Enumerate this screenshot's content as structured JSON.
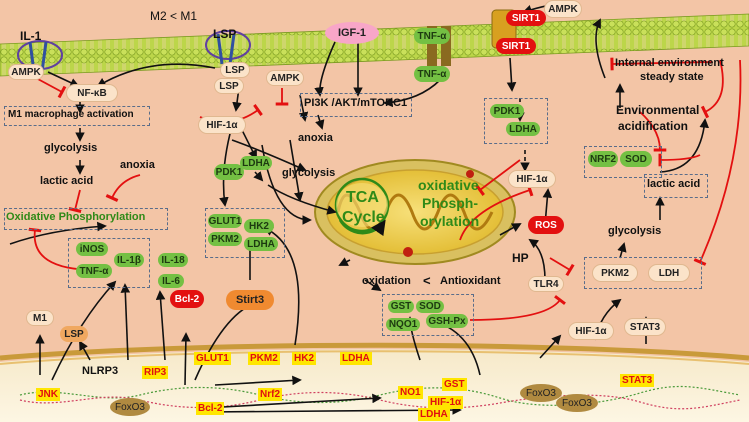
{
  "membrane": {
    "m2_m1": "M2 < M1",
    "il1": "IL-1",
    "lsp_receptor": "LSP",
    "lsp_a": "LSP",
    "lsp_b": "LSP",
    "igf1": "IGF-1",
    "tnf_receptor": "TNF-α",
    "tnf_ligand": "TNF-α",
    "ampk_top": "AMPK",
    "sirt1_a": "SIRT1",
    "sirt1_b": "SIRT1",
    "internal_env": "Internal environment",
    "steady_state": "steady state"
  },
  "left": {
    "ampk": "AMPK",
    "nfkb": "NF-κB",
    "m1_activation": "M1 macrophage activation",
    "glycolysis": "glycolysis",
    "lactic_acid": "lactic acid",
    "anoxia": "anoxia",
    "oxphos": "Oxidative Phosphorylation",
    "inos": "iNOS",
    "tnf": "TNF-α",
    "il1b": "IL-1β",
    "il18": "IL-18",
    "il6": "IL-6",
    "m1": "M1",
    "lsp": "LSP",
    "jnk": "JNK",
    "nlrp3": "NLRP3",
    "rip3": "RIP3"
  },
  "center": {
    "hif1a": "HIF-1α",
    "ampk": "AMPK",
    "pi3k": "PI3K /AKT/mTORC1",
    "anoxia": "anoxia",
    "pdk1": "PDK1",
    "ldha": "LDHA",
    "glycolysis": "glycolysis",
    "glut1": "GLUT1",
    "hk2": "HK2",
    "pkm2": "PKM2",
    "ldha_box": "LDHA",
    "stirt3": "Stirt3",
    "bcl2": "Bcl-2",
    "tca": "TCA",
    "cycle": "Cycle",
    "oxidative": "oxidative",
    "phosph": "Phosph-",
    "orylation": "orylation",
    "oxidation": "oxidation",
    "lt": "<",
    "antioxidant": "Antioxidant",
    "gst": "GST",
    "sod": "SOD",
    "nqo1": "NQO1",
    "gshpx": "GSH-Px"
  },
  "right": {
    "pdk1": "PDK1",
    "ldha": "LDHA",
    "hif1a": "HIF-1α",
    "ros": "ROS",
    "hp": "HP",
    "tlr4": "TLR4",
    "env": "Environmental",
    "acid": "acidification",
    "nrf2": "NRF2",
    "sod": "SOD",
    "lactic_acid": "lactic acid",
    "glycolysis": "glycolysis",
    "pkm2": "PKM2",
    "ldh": "LDH",
    "hif1a_low": "HIF-1α",
    "stat3": "STAT3"
  },
  "nucleus": {
    "glut1": "GLUT1",
    "pkm2": "PKM2",
    "hk2": "HK2",
    "ldha": "LDHA",
    "nrf2": "Nrf2",
    "bcl2": "Bcl-2",
    "foxo3_left": "FoxO3",
    "no1": "NO1",
    "gst": "GST",
    "hif1a": "HIF-1α",
    "ldha2": "LDHA",
    "foxo3_a": "FoxO3",
    "foxo3_b": "FoxO3",
    "stat3": "STAT3"
  },
  "colors": {
    "background": "#f3c5a6",
    "activator_arrow": "#111111",
    "inhibitor_line": "#e31010",
    "protein_green": "#74c043",
    "gene_tag": "#ffe600"
  }
}
